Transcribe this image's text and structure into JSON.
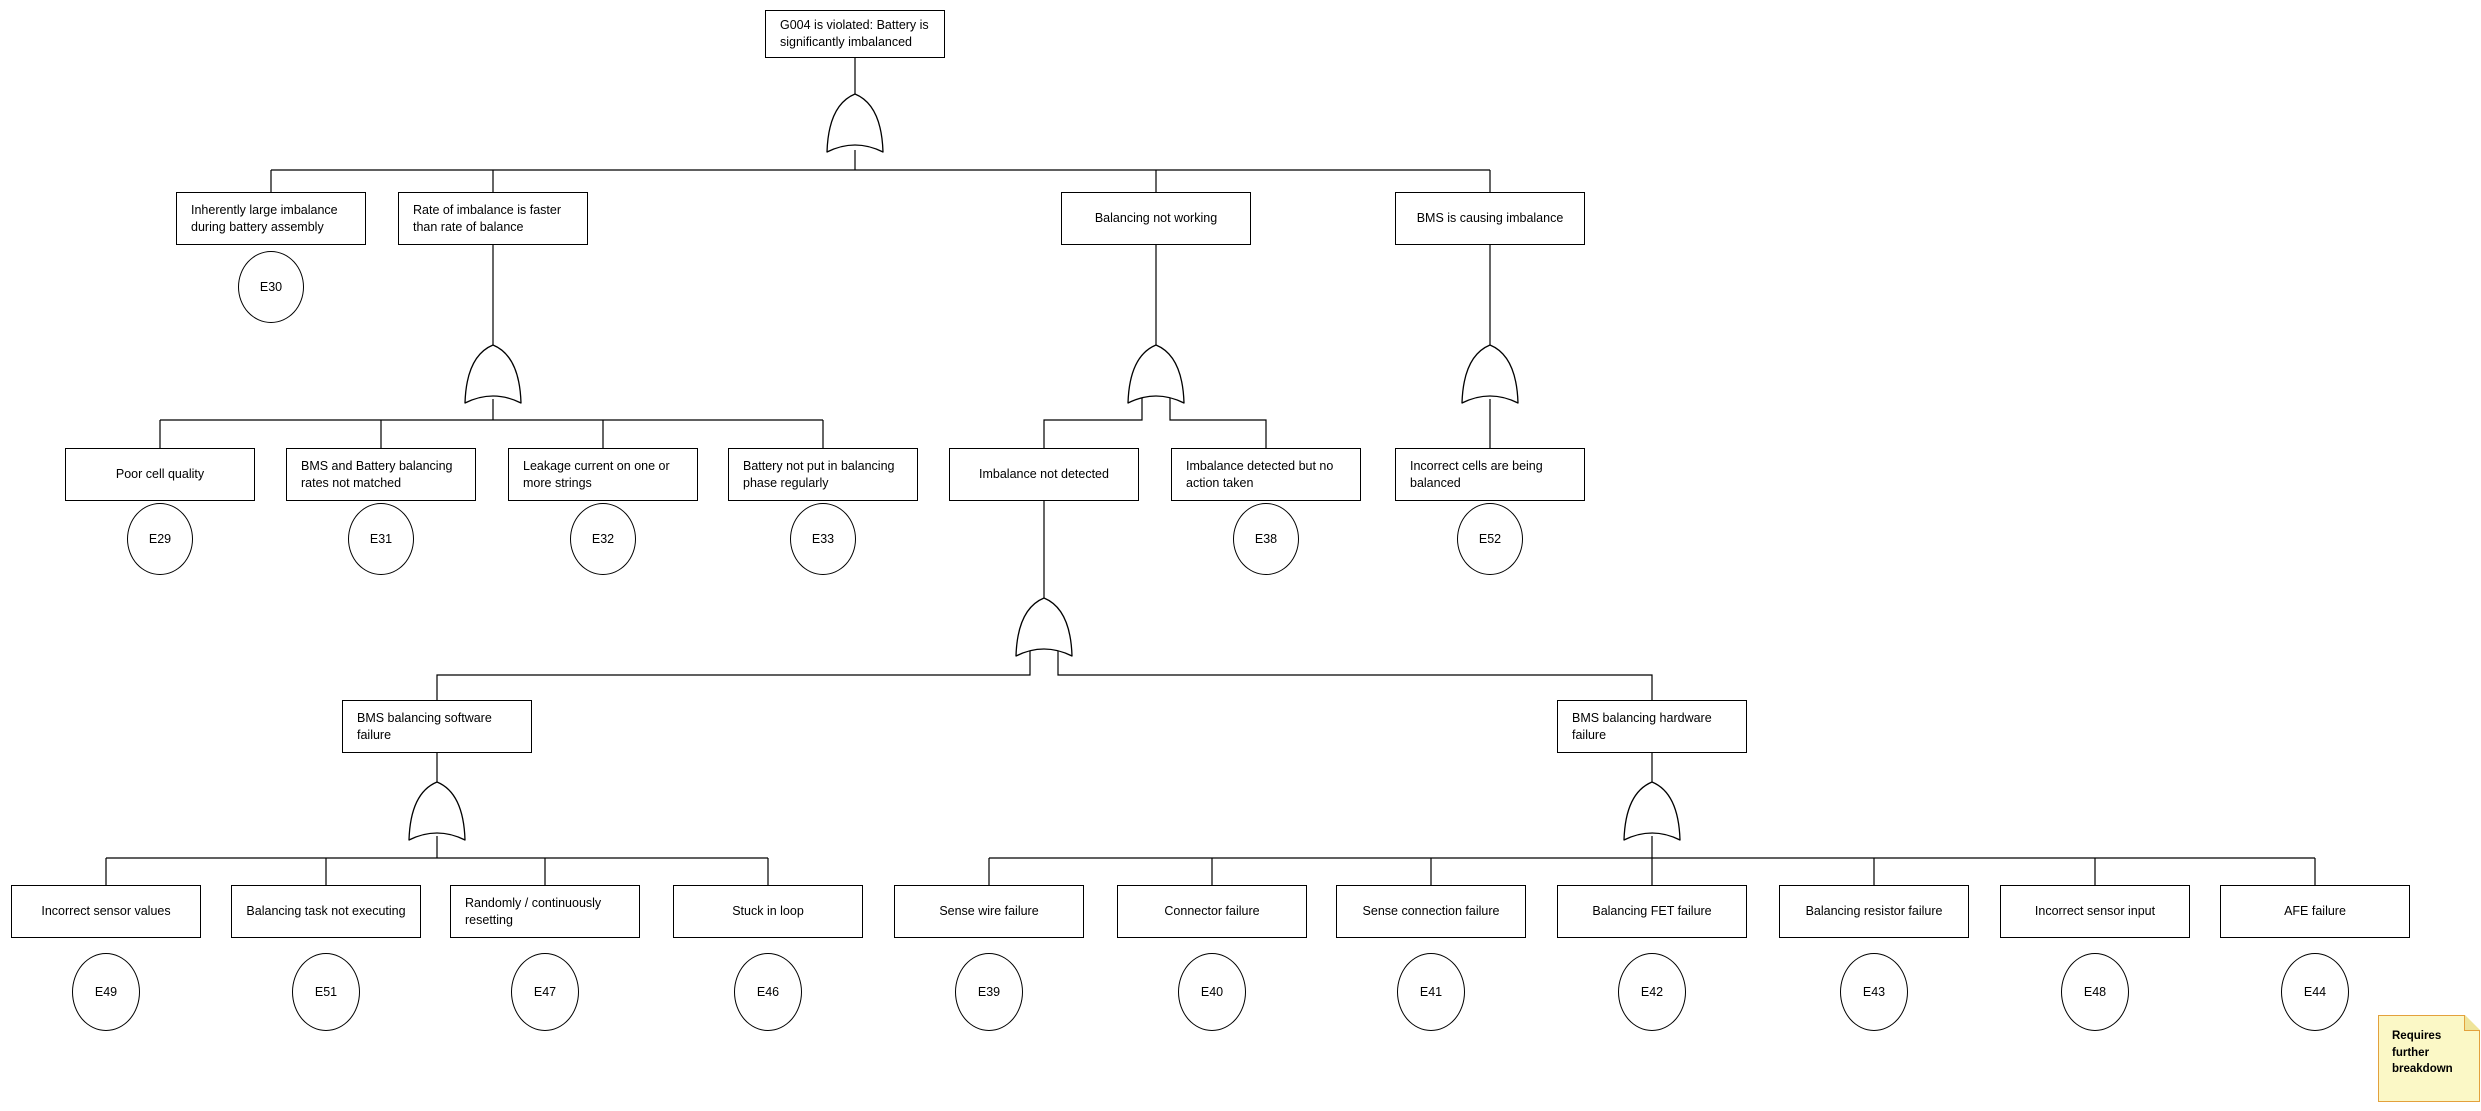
{
  "colors": {
    "line": "#000000",
    "box_fill": "#ffffff",
    "box_border": "#000000",
    "note_fill": "#fbf8c6",
    "note_border": "#e3a13c"
  },
  "gate_type": "OR",
  "root": {
    "label": "G004 is violated: Battery is significantly imbalanced"
  },
  "level1": [
    {
      "label": "Inherently large imbalance during battery assembly",
      "event": "E30"
    },
    {
      "label": "Rate of imbalance is faster than rate of balance"
    },
    {
      "label": "Balancing not working"
    },
    {
      "label": "BMS is causing imbalance"
    }
  ],
  "level2": [
    {
      "label": "Poor cell quality",
      "event": "E29"
    },
    {
      "label": "BMS and Battery balancing rates not matched",
      "event": "E31"
    },
    {
      "label": "Leakage current on one or more strings",
      "event": "E32"
    },
    {
      "label": "Battery not put in balancing phase regularly",
      "event": "E33"
    },
    {
      "label": "Imbalance not detected"
    },
    {
      "label": "Imbalance detected but no action taken",
      "event": "E38"
    },
    {
      "label": "Incorrect cells are being balanced",
      "event": "E52"
    }
  ],
  "level3": [
    {
      "label": "BMS balancing software failure"
    },
    {
      "label": "BMS balancing hardware failure"
    }
  ],
  "level4": [
    {
      "label": "Incorrect sensor values",
      "event": "E49"
    },
    {
      "label": "Balancing task not executing",
      "event": "E51"
    },
    {
      "label": "Randomly / continuously resetting",
      "event": "E47"
    },
    {
      "label": "Stuck in loop",
      "event": "E46"
    },
    {
      "label": "Sense wire failure",
      "event": "E39"
    },
    {
      "label": "Connector failure",
      "event": "E40"
    },
    {
      "label": "Sense connection failure",
      "event": "E41"
    },
    {
      "label": "Balancing FET failure",
      "event": "E42"
    },
    {
      "label": "Balancing resistor failure",
      "event": "E43"
    },
    {
      "label": "Incorrect sensor input",
      "event": "E48"
    },
    {
      "label": "AFE failure",
      "event": "E44"
    }
  ],
  "note": {
    "text": "Requires further breakdown"
  }
}
